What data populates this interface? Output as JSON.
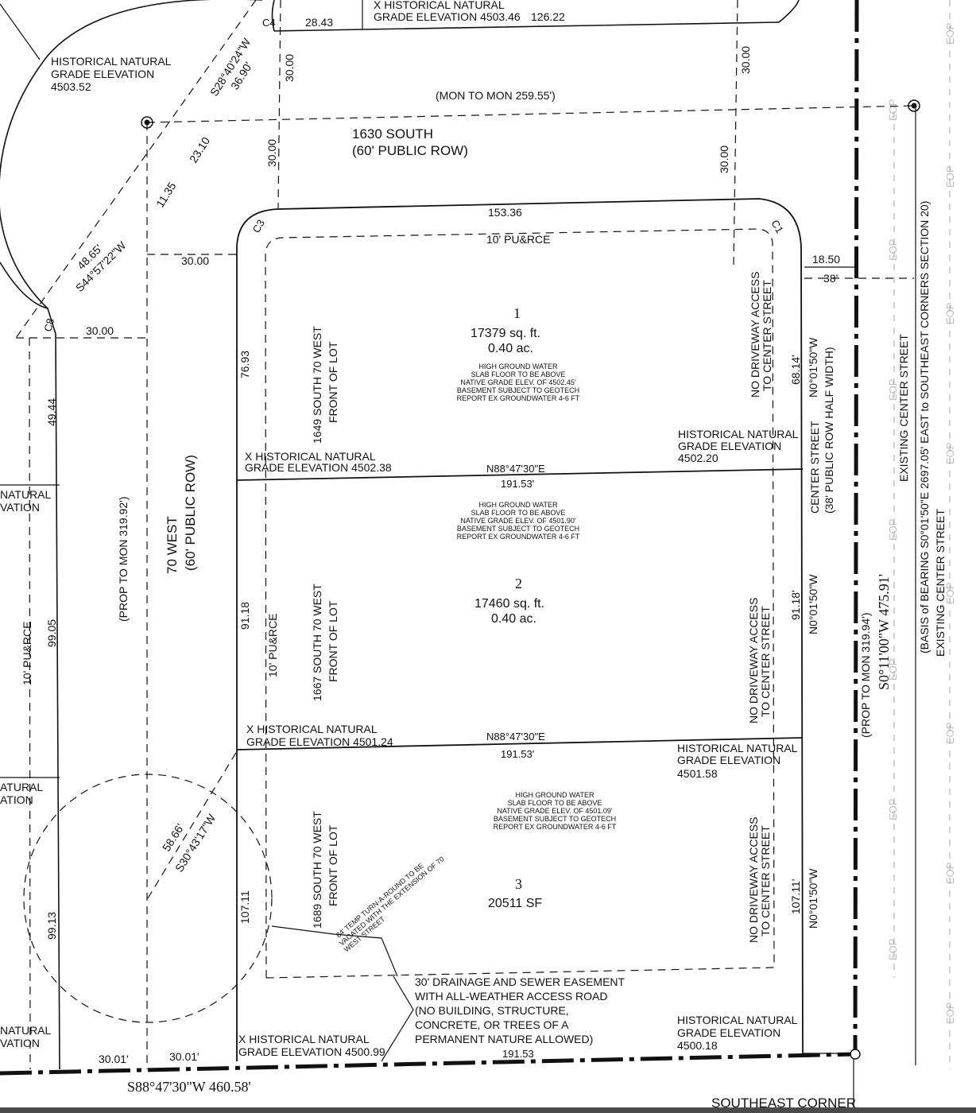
{
  "labels": {
    "top_hist_a": "X HISTORICAL NATURAL",
    "top_hist_b": "GRADE ELEVATION  4503.46",
    "top_126": "126.22",
    "top_28": "28.43",
    "c4": "C4",
    "c3": "C3",
    "c1": "C1",
    "c8": "C8",
    "hist_4503_a": "HISTORICAL NATURAL",
    "hist_4503_b": "GRADE ELEVATION",
    "hist_4503_c": "4503.52",
    "bearing_s28": "S28°40'24\"W",
    "dist_3690": "36.90'",
    "dist_2310": "23.10",
    "dist_1135": "11.35",
    "dist_4865": "48.65'",
    "bearing_s44": "S44°57'22\"W",
    "dim_30_a": "30.00",
    "dim_30_b": "30.00",
    "dim_30_c": "30.00",
    "dim_30_d": "30.00",
    "dim_30_e": "30.00",
    "dim_30_f": "30.00",
    "mon_to_mon": "(MON TO MON   259.55')",
    "street_1630": "1630 SOUTH",
    "row_60": "(60' PUBLIC ROW)",
    "dist_15336": "153.36",
    "pu_rce_top": "10' PU&RCE",
    "dist_1850": "18.50",
    "dist_38": "38'",
    "lot1_num": "1",
    "lot1_sqft": "17379 sq. ft.",
    "lot1_ac": "0.40 ac.",
    "gw1_a": "HIGH GROUND WATER",
    "gw1_b": "SLAB FLOOR TO BE ABOVE",
    "gw1_c": "NATIVE GRADE ELEV. OF 4502.45'",
    "gw1_d": "BASEMENT SUBJECT TO GEOTECH",
    "gw1_e": "REPORT EX GROUNDWATER 4-6 FT",
    "addr1_a": "1649 SOUTH 70 WEST",
    "addr1_b": "FRONT OF LOT",
    "dim_7693": "76.93",
    "dim_4944": "49.44",
    "nda1_a": "NO DRIVEWAY ACCESS",
    "nda1_b": "TO CENTER STREET",
    "dim_6814": "68.14'",
    "brg_n0_a": "N0°01'50\"W",
    "center_st_a": "CENTER STREET",
    "center_st_b": "(38' PUBLIC ROW HALF WIDTH)",
    "hist_4502_20_a": "HISTORICAL NATURAL",
    "hist_4502_20_b": "GRADE ELEVATION",
    "hist_4502_20_c": "4502.20",
    "hist_4502_38_a": "X HISTORICAL NATURAL",
    "hist_4502_38_b": "GRADE ELEVATION  4502.38",
    "brg_n88_a": "N88°47'30\"E",
    "dist_19153_a": "191.53'",
    "left_natural_a": "NATURAL",
    "left_vation_a": "VATION",
    "gw2_a": "HIGH GROUND WATER",
    "gw2_b": "SLAB FLOOR TO BE ABOVE",
    "gw2_c": "NATIVE GRADE ELEV. OF 4501.90'",
    "gw2_d": "BASEMENT SUBJECT TO GEOTECH",
    "gw2_e": "REPORT EX GROUNDWATER 4-6 FT",
    "lot2_num": "2",
    "lot2_sqft": "17460 sq. ft.",
    "lot2_ac": "0.40 ac.",
    "prop_to_mon_a": "(PROP TO MON   319.92')",
    "w70_a": "70 WEST",
    "w70_b": "(60' PUBLIC ROW)",
    "dim_9118": "91.18",
    "pu_rce_mid": "10' PU&RCE",
    "addr2_a": "1667 SOUTH 70 WEST",
    "addr2_b": "FRONT OF LOT",
    "pu_rce_left": "10' PU&RCE",
    "dim_9905": "99.05",
    "nda2_a": "NO DRIVEWAY ACCESS",
    "nda2_b": "TO CENTER STREET",
    "dim_9118b": "91.18'",
    "brg_n0_b": "N0°01'50\"W",
    "prop_to_mon_b": "(PROP TO MON 319.94')",
    "brg_s0_11": "S0°11'00\"W  475.91'",
    "existing_center_a": "EXISTING CENTER STREET",
    "basis_a": "(BASIS of BEARING S0°01'50\"E  2697.05' EAST to SOUTHEAST CORNERS SECTION 20)",
    "existing_center_b": "EXISTING CENTER STREET",
    "hist_4501_24_a": "X HISTORICAL NATURAL",
    "hist_4501_24_b": "GRADE ELEVATION  4501.24",
    "brg_n88_b": "N88°47'30\"E",
    "dist_19153_b": "191.53'",
    "hist_4501_58_a": "HISTORICAL NATURAL",
    "hist_4501_58_b": "GRADE ELEVATION",
    "hist_4501_58_c": "4501.58",
    "left_atural_b": "ATURAL",
    "left_ation_b": "ATION",
    "gw3_a": "HIGH GROUND WATER",
    "gw3_b": "SLAB FLOOR TO BE ABOVE",
    "gw3_c": "NATIVE GRADE ELEV. OF 4501.09'",
    "gw3_d": "BASEMENT SUBJECT TO GEOTECH",
    "gw3_e": "REPORT EX GROUNDWATER 4-6 FT",
    "dist_5866": "58.66'",
    "bearing_s30": "S30°43'17\"W",
    "addr3_a": "1689 SOUTH 70 WEST",
    "addr3_b": "FRONT OF LOT",
    "turn_a": "84' TEMP TURN-A-ROUND TO BE",
    "turn_b": "VACATED WITH THE EXTENSION OF 70",
    "turn_c": "WEST STREET",
    "lot3_num": "3",
    "lot3_sf": "20511 SF",
    "nda3_a": "NO DRIVEWAY ACCESS",
    "nda3_b": "TO CENTER STREET",
    "dim_10711": "107.11",
    "dim_10711b": "107.11'",
    "brg_n0_c": "N0°01'50\"W",
    "dim_9913": "99.13",
    "ease_a": "30' DRAINAGE AND SEWER EASEMENT",
    "ease_b": "WITH ALL-WEATHER ACCESS ROAD",
    "ease_c": "(NO BUILDING, STRUCTURE,",
    "ease_d": "CONCRETE, OR TREES OF A",
    "ease_e": "PERMANENT NATURE ALLOWED)",
    "hist_4500_18_a": "HISTORICAL NATURAL",
    "hist_4500_18_b": "GRADE ELEVATION",
    "hist_4500_18_c": "4500.18",
    "hist_4500_99_a": "X HISTORICAL NATURAL",
    "hist_4500_99_b": "GRADE ELEVATION  4500.99",
    "left_natural_c": "NATURAL",
    "left_vation_c": "VATION",
    "dist_3001_a": "30.01'",
    "dist_3001_b": "30.01'",
    "dist_19153_c": "191.53",
    "brg_s88": "S88°47'30\"W  460.58'",
    "se_corner": "SOUTHEAST CORNER",
    "eop": "EOP"
  },
  "colors": {
    "line": "#111111",
    "faint": "#bdbdbd",
    "bar": "#4a4a4a"
  }
}
